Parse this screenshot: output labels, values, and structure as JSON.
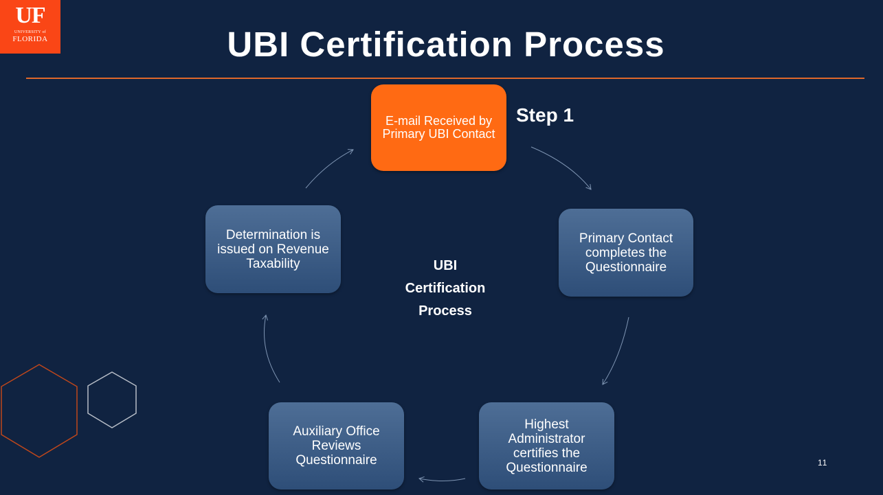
{
  "logo": {
    "mark": "UF",
    "line1": "UNIVERSITY of",
    "line2": "FLORIDA"
  },
  "title": "UBI Certification Process",
  "step_label": "Step 1",
  "center_label": "UBI Certification Process",
  "page_number": "11",
  "colors": {
    "background": "#102341",
    "accent": "#fa4616",
    "active_step": "#ff6a13",
    "step_box": "#3b5b85"
  },
  "steps": [
    {
      "text": "E-mail Received by Primary UBI Contact",
      "active": true
    },
    {
      "text": "Primary Contact completes the Questionnaire",
      "active": false
    },
    {
      "text": "Highest Administrator certifies the Questionnaire",
      "active": false
    },
    {
      "text": "Auxiliary Office Reviews Questionnaire",
      "active": false
    },
    {
      "text": "Determination is issued on Revenue Taxability",
      "active": false
    }
  ]
}
